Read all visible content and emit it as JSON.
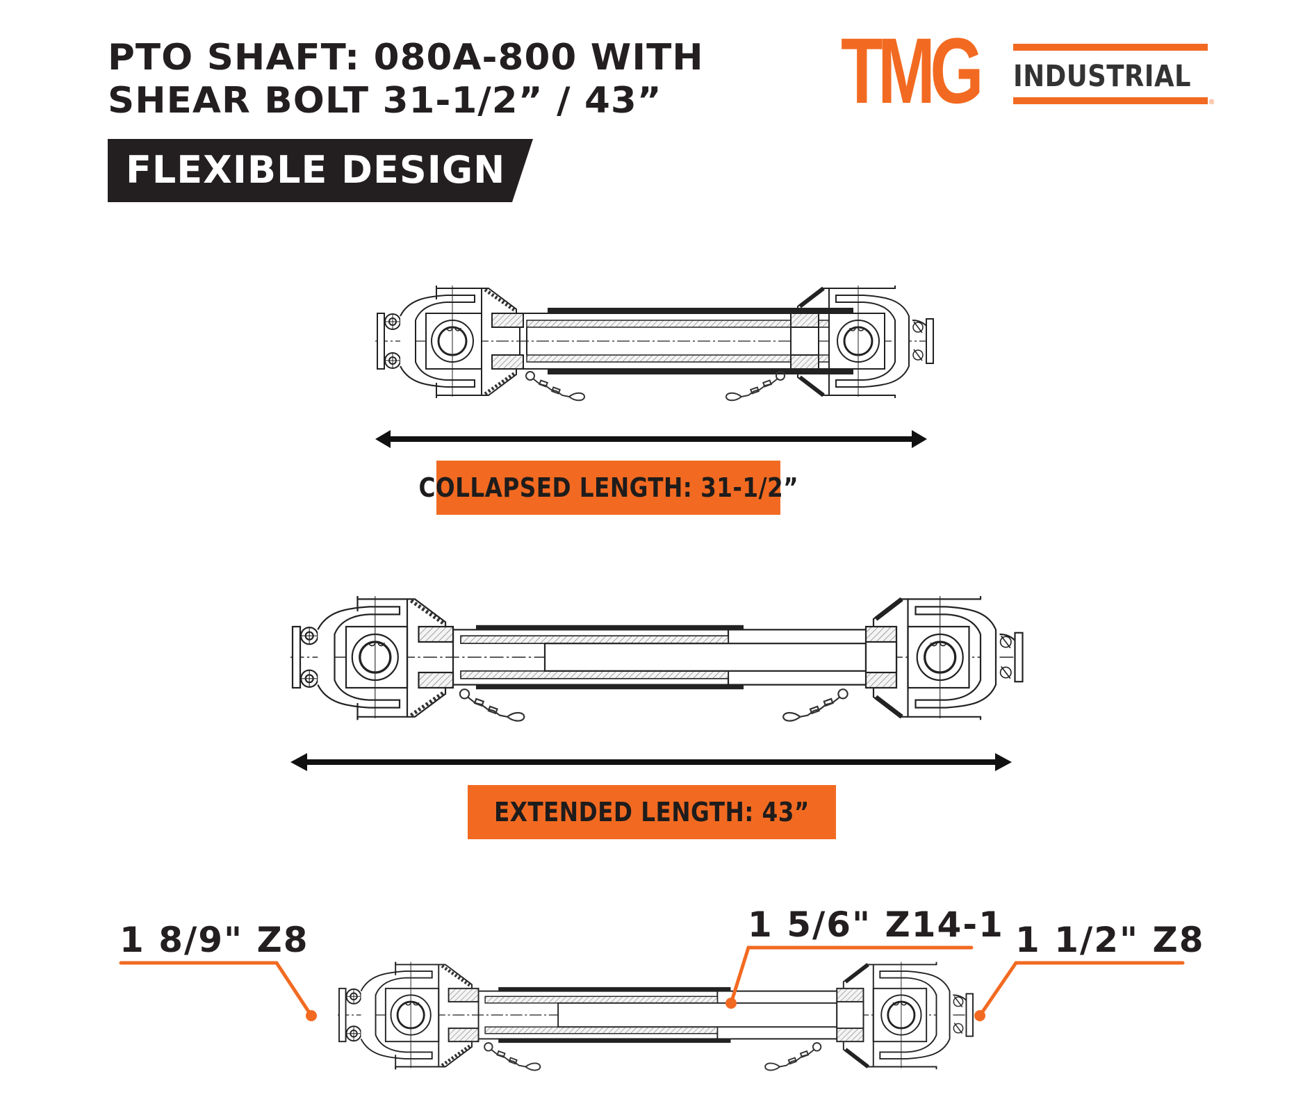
{
  "header": {
    "title_line1": "PTO SHAFT: 080A-800 WITH",
    "title_line2": "SHEAR BOLT 31-1/2” / 43”",
    "banner": "FLEXIBLE DESIGN"
  },
  "logo": {
    "brand": "TMG",
    "sub": "INDUSTRIAL",
    "registered": "®",
    "color": "#f26a21"
  },
  "diagrams": {
    "collapsed": {
      "label": "COLLAPSED LENGTH: 31-1/2”",
      "length_in": 31.5
    },
    "extended": {
      "label": "EXTENDED LENGTH: 43”",
      "length_in": 43
    },
    "callouts": [
      {
        "label": "1 8/9\" Z8",
        "position": "left-end"
      },
      {
        "label": "1 5/6\" Z14-1",
        "position": "inner-tube"
      },
      {
        "label": "1 1/2\" Z8",
        "position": "right-end"
      }
    ]
  },
  "colors": {
    "accent": "#f26a21",
    "ink": "#231f20",
    "banner_bg": "#231f20",
    "background": "#ffffff"
  }
}
